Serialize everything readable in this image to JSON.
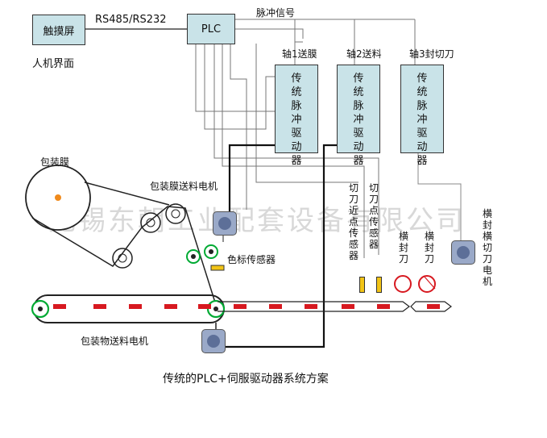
{
  "hmi": {
    "label": "触摸屏",
    "caption": "人机界面"
  },
  "link_label": "RS485/RS232",
  "plc": {
    "label": "PLC"
  },
  "pulse_label": "脉冲信号",
  "axes": [
    {
      "label": "轴1送膜",
      "driver": [
        "传",
        "统",
        "脉",
        "冲",
        "驱",
        "动",
        "器"
      ]
    },
    {
      "label": "轴2送料",
      "driver": [
        "传",
        "统",
        "脉",
        "冲",
        "驱",
        "动",
        "器"
      ]
    },
    {
      "label": "轴3封切刀",
      "driver": [
        "传",
        "统",
        "脉",
        "冲",
        "驱",
        "动",
        "器"
      ]
    }
  ],
  "film_label": "包装膜",
  "film_motor_label": "包装膜送料电机",
  "color_sensor_label": "色标传感器",
  "cutter_near_sensor": [
    "切",
    "刀",
    "近",
    "点",
    "传",
    "感",
    "器"
  ],
  "cutter_sensor": [
    "切",
    "刀",
    "点",
    "传",
    "感",
    "器"
  ],
  "seal_cutter_1": [
    "横",
    "封",
    "刀"
  ],
  "seal_cutter_2": [
    "横",
    "封",
    "刀"
  ],
  "seal_motor": [
    "横",
    "封",
    "横",
    "切",
    "刀",
    "电",
    "机"
  ],
  "product_motor_label": "包装物送料电机",
  "watermark": "无锡东朝工业配套设备有限公司",
  "caption": "传统的PLC+伺服驱动器系统方案",
  "colors": {
    "box_fill": "#c9e3e8",
    "conveyor_mark": "#d71920",
    "sensor": "#f2c416",
    "film_core": "#f08a1c"
  }
}
